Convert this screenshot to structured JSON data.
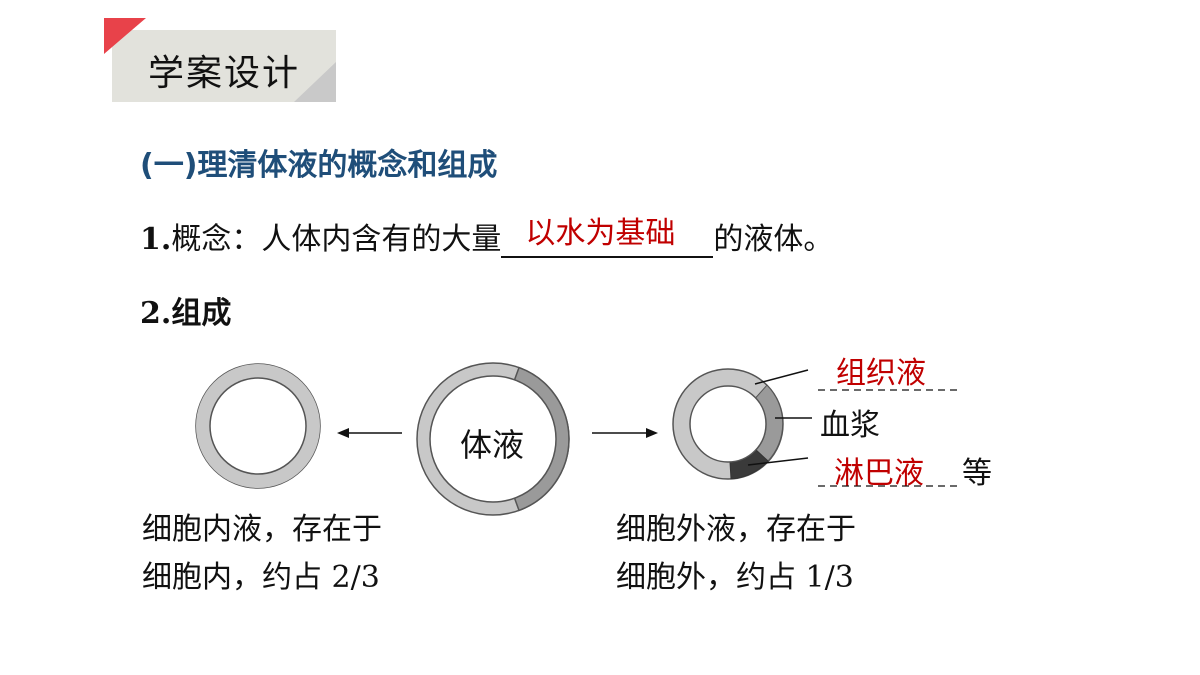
{
  "header": {
    "title": "学案设计"
  },
  "section": {
    "heading": "(一)理清体液的概念和组成",
    "concept": {
      "prefix": "1.",
      "before": "概念：人体内含有的大量",
      "answer": "以水为基础",
      "after": "的液体。"
    },
    "composition": {
      "label": "2.组成"
    }
  },
  "diagram": {
    "center_label": "体液",
    "left_caption": [
      "细胞内液，存在于",
      "细胞内，约占 2/3"
    ],
    "right_caption": [
      "细胞外液，存在于",
      "细胞外，约占 1/3"
    ],
    "labels": {
      "tissue_fluid_answer": "组织液",
      "plasma": "血浆",
      "lymph_answer": "淋巴液",
      "etc": "等"
    }
  },
  "colors": {
    "heading_blue": "#1f4e79",
    "answer_red": "#c00000",
    "ring_light": "#c8c8c8",
    "ring_mid": "#9a9a9a",
    "ring_dark": "#3a3a3a"
  }
}
